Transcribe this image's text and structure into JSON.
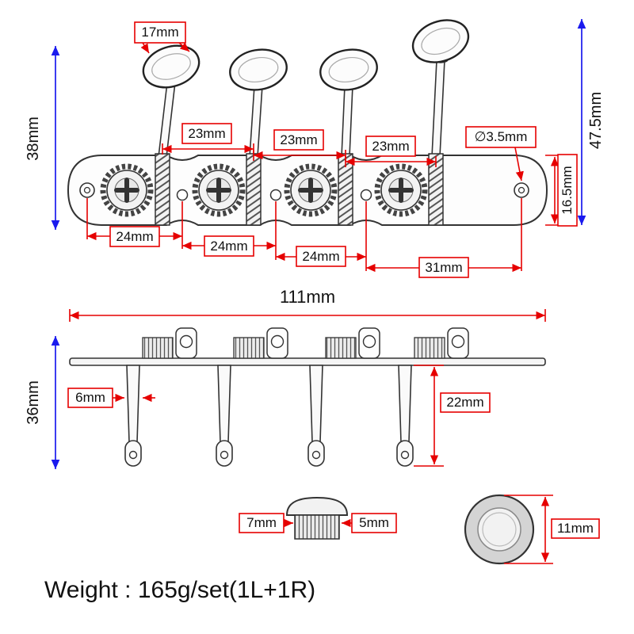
{
  "front_view": {
    "labels": {
      "button_width": "17mm",
      "height_left": "38mm",
      "height_right": "47.5mm",
      "spacing_1": "23mm",
      "spacing_2": "23mm",
      "spacing_3": "23mm",
      "hole_diameter": "∅3.5mm",
      "plate_width": "16.5mm",
      "pitch_1": "24mm",
      "pitch_2": "24mm",
      "pitch_3": "24mm",
      "pitch_4": "31mm"
    }
  },
  "side_view": {
    "labels": {
      "total_length": "111mm",
      "overall_height": "36mm",
      "post_diameter": "6mm",
      "post_length": "22mm"
    }
  },
  "bushing": {
    "labels": {
      "flange_width": "7mm",
      "height": "5mm"
    }
  },
  "washer": {
    "labels": {
      "outer_diameter": "11mm"
    }
  },
  "footer": {
    "weight": "Weight : 165g/set(1L+1R)"
  },
  "colors": {
    "dimension_red": "#e60000",
    "guide_blue": "#1a1aee",
    "line_black": "#333333"
  }
}
